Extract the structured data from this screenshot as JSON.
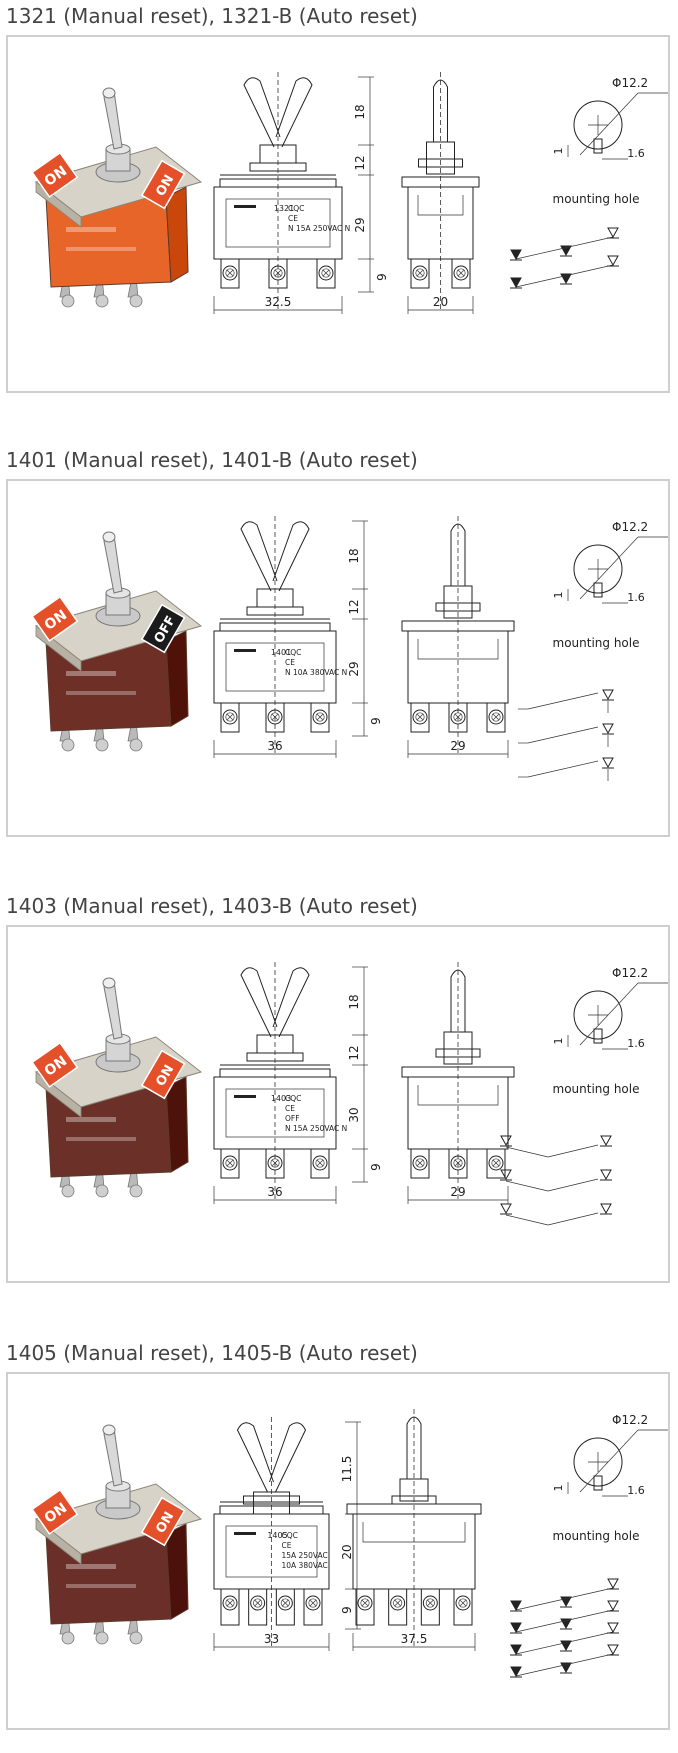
{
  "sections": [
    {
      "title": "1321 (Manual reset), 1321-B (Auto reset)",
      "model": "1321",
      "body_color": "#e8652a",
      "plate_labels": [
        "ON",
        "ON"
      ],
      "dims": {
        "toggle": "18",
        "bushing": "12",
        "body": "29",
        "terminal": "9",
        "width": "32.5",
        "depth": "20"
      },
      "label_rows": [
        "CQC",
        "CE",
        "N    15A 250VAC   N"
      ],
      "hole": {
        "dia": "Φ12.2",
        "a": "1",
        "b": "1.6",
        "label": "mounting hole"
      }
    },
    {
      "title": "1401 (Manual reset), 1401-B (Auto reset)",
      "model": "1401",
      "body_color": "#6e2f26",
      "plate_labels": [
        "ON",
        "OFF"
      ],
      "dims": {
        "toggle": "18",
        "bushing": "12",
        "body": "29",
        "terminal": "9",
        "width": "36",
        "depth": "29"
      },
      "label_rows": [
        "CQC",
        "CE",
        "N    10A 380VAC   N"
      ],
      "hole": {
        "dia": "Φ12.2",
        "a": "1",
        "b": "1.6",
        "label": "mounting hole"
      }
    },
    {
      "title": "1403 (Manual reset), 1403-B (Auto reset)",
      "model": "1403",
      "body_color": "#6b3028",
      "plate_labels": [
        "ON",
        "ON"
      ],
      "dims": {
        "toggle": "18",
        "bushing": "12",
        "body": "30",
        "terminal": "9",
        "width": "36",
        "depth": "29"
      },
      "label_rows": [
        "CQC",
        "CE",
        "OFF",
        "N    15A 250VAC   N"
      ],
      "hole": {
        "dia": "Φ12.2",
        "a": "1",
        "b": "1.6",
        "label": "mounting hole"
      }
    },
    {
      "title": "1405 (Manual reset), 1405-B (Auto reset)",
      "model": "1405",
      "body_color": "#6a2f28",
      "plate_labels": [
        "ON",
        "ON"
      ],
      "dims": {
        "toggle": "11.5",
        "body": "20",
        "terminal": "9",
        "width": "33",
        "depth": "37.5"
      },
      "label_rows": [
        "CQC",
        "CE",
        "15A   250VAC",
        "10A   380VAC"
      ],
      "hole": {
        "dia": "Φ12.2",
        "a": "1",
        "b": "1.6",
        "label": "mounting hole"
      }
    }
  ]
}
